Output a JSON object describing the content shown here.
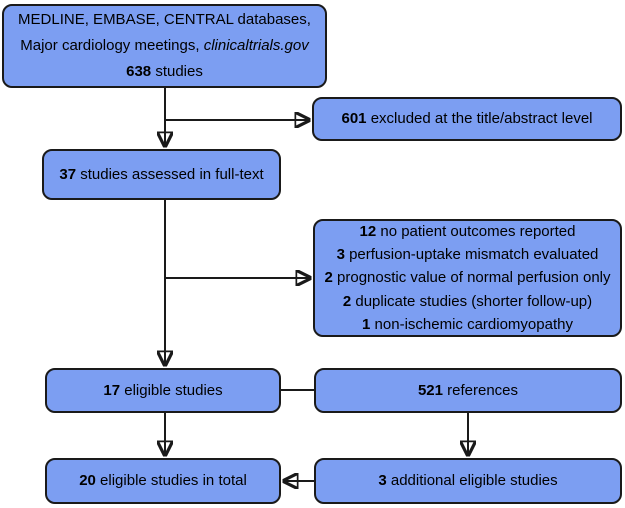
{
  "diagram": {
    "title": "study-selection-flowchart",
    "colors": {
      "box_fill": "#7c9ef2",
      "box_border": "#1a1a1a",
      "arrow": "#1a1a1a",
      "background": "#ffffff"
    },
    "boxes": {
      "sources": {
        "line1": "MEDLINE, EMBASE, CENTRAL databases,",
        "line2_prefix": "Major cardiology meetings, ",
        "line2_italic": "clinicaltrials.gov",
        "count": "638",
        "count_label": " studies"
      },
      "excluded_title_abstract": {
        "count": "601",
        "label": " excluded at the title/abstract level"
      },
      "fulltext": {
        "count": "37",
        "label": " studies assessed in full-text"
      },
      "exclusion_reasons": {
        "items": [
          {
            "count": "12",
            "label": " no patient outcomes reported"
          },
          {
            "count": "3",
            "label": " perfusion-uptake mismatch evaluated"
          },
          {
            "count": "2",
            "label": " prognostic value of normal perfusion only"
          },
          {
            "count": "2",
            "label": " duplicate studies (shorter follow-up)"
          },
          {
            "count": "1",
            "label": " non-ischemic cardiomyopathy"
          }
        ]
      },
      "eligible": {
        "count": "17",
        "label": " eligible studies"
      },
      "references": {
        "count": "521",
        "label": " references"
      },
      "total": {
        "count": "20",
        "label": " eligible studies in total"
      },
      "additional": {
        "count": "3",
        "label": " additional eligible studies"
      }
    }
  }
}
